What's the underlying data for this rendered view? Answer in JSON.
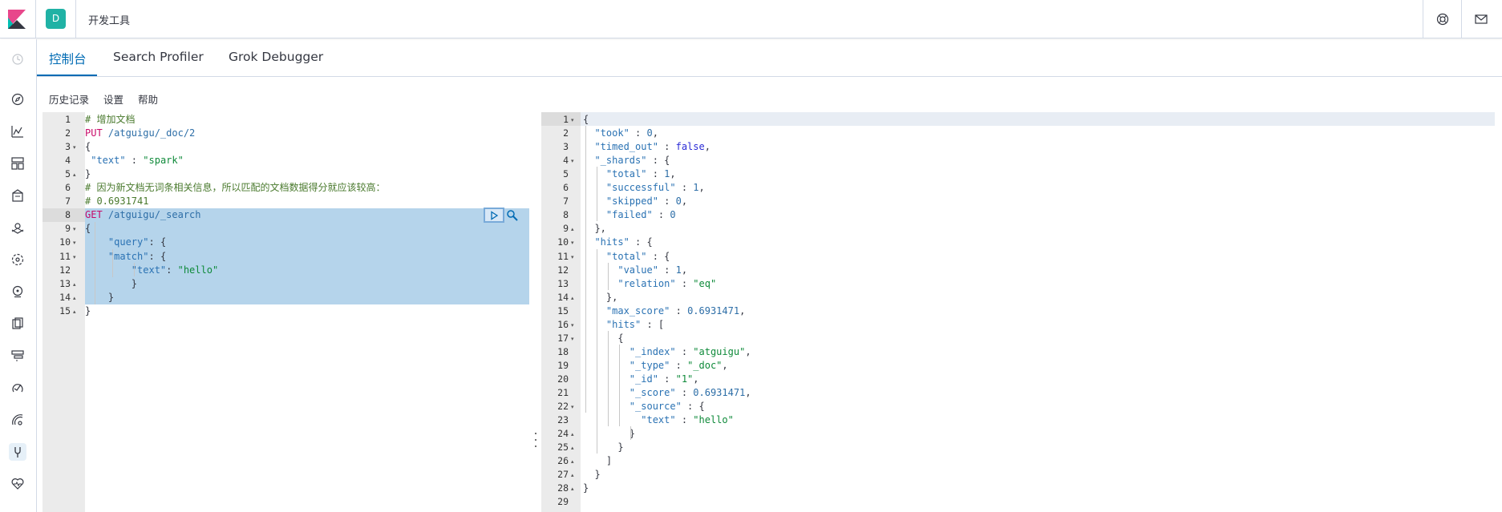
{
  "header": {
    "space_initial": "D",
    "app_title": "开发工具",
    "brand_colors": {
      "kibana_pink": "#e8478b",
      "kibana_teal": "#00bfb3",
      "space_avatar": "#20b2a5"
    }
  },
  "sidenav": {
    "items": [
      {
        "icon": "clock-icon"
      },
      {
        "icon": "compass-icon"
      },
      {
        "icon": "chart-icon"
      },
      {
        "icon": "dashboard-icon"
      },
      {
        "icon": "canvas-icon"
      },
      {
        "icon": "maps-icon"
      },
      {
        "icon": "ml-icon"
      },
      {
        "icon": "metrics-icon"
      },
      {
        "icon": "logs-icon"
      },
      {
        "icon": "apm-icon"
      },
      {
        "icon": "uptime-icon"
      },
      {
        "icon": "siem-icon"
      },
      {
        "icon": "devtools-icon"
      },
      {
        "icon": "monitoring-icon"
      }
    ]
  },
  "tabs": [
    {
      "label": "控制台",
      "active": true
    },
    {
      "label": "Search Profiler",
      "active": false
    },
    {
      "label": "Grok Debugger",
      "active": false
    }
  ],
  "actions": {
    "history": "历史记录",
    "settings": "设置",
    "help": "帮助"
  },
  "request_editor": {
    "lines": [
      {
        "n": "1",
        "fold": "",
        "text": "# 增加文档"
      },
      {
        "n": "2",
        "fold": "",
        "method": "PUT",
        "url": " /atguigu/_doc/2"
      },
      {
        "n": "3",
        "fold": "▾",
        "text": "{"
      },
      {
        "n": "4",
        "fold": "",
        "key": " \"text\"",
        "sep": " : ",
        "value": "\"spark\""
      },
      {
        "n": "5",
        "fold": "▴",
        "text": "}"
      },
      {
        "n": "6",
        "fold": "",
        "text": "# 因为新文档无词条相关信息，所以匹配的文档数据得分就应该较高："
      },
      {
        "n": "7",
        "fold": "",
        "text": "# 0.6931741"
      },
      {
        "n": "8",
        "fold": "",
        "method": "GET",
        "url": " /atguigu/_search"
      },
      {
        "n": "9",
        "fold": "▾",
        "text": "{"
      },
      {
        "n": "10",
        "fold": "▾",
        "key": "    \"query\"",
        "sep": ": ",
        "value": "{"
      },
      {
        "n": "11",
        "fold": "▾",
        "key": "    \"match\"",
        "sep": ": ",
        "value": "{"
      },
      {
        "n": "12",
        "fold": "",
        "key": "        \"text\"",
        "sep": ": ",
        "value": "\"hello\""
      },
      {
        "n": "13",
        "fold": "▴",
        "text": "        }"
      },
      {
        "n": "14",
        "fold": "▴",
        "text": "    }"
      },
      {
        "n": "15",
        "fold": "▴",
        "text": "}"
      }
    ]
  },
  "response_editor": {
    "lines": [
      {
        "n": "1",
        "fold": "▾",
        "segs": [
          [
            "p",
            "{"
          ]
        ]
      },
      {
        "n": "2",
        "fold": "",
        "segs": [
          [
            "k",
            "  \"took\""
          ],
          [
            "p",
            " : "
          ],
          [
            "n",
            "0"
          ],
          [
            "p",
            ","
          ]
        ]
      },
      {
        "n": "3",
        "fold": "",
        "segs": [
          [
            "k",
            "  \"timed_out\""
          ],
          [
            "p",
            " : "
          ],
          [
            "b",
            "false"
          ],
          [
            "p",
            ","
          ]
        ]
      },
      {
        "n": "4",
        "fold": "▾",
        "segs": [
          [
            "k",
            "  \"_shards\""
          ],
          [
            "p",
            " : {"
          ]
        ]
      },
      {
        "n": "5",
        "fold": "",
        "segs": [
          [
            "k",
            "    \"total\""
          ],
          [
            "p",
            " : "
          ],
          [
            "n",
            "1"
          ],
          [
            "p",
            ","
          ]
        ]
      },
      {
        "n": "6",
        "fold": "",
        "segs": [
          [
            "k",
            "    \"successful\""
          ],
          [
            "p",
            " : "
          ],
          [
            "n",
            "1"
          ],
          [
            "p",
            ","
          ]
        ]
      },
      {
        "n": "7",
        "fold": "",
        "segs": [
          [
            "k",
            "    \"skipped\""
          ],
          [
            "p",
            " : "
          ],
          [
            "n",
            "0"
          ],
          [
            "p",
            ","
          ]
        ]
      },
      {
        "n": "8",
        "fold": "",
        "segs": [
          [
            "k",
            "    \"failed\""
          ],
          [
            "p",
            " : "
          ],
          [
            "n",
            "0"
          ]
        ]
      },
      {
        "n": "9",
        "fold": "▴",
        "segs": [
          [
            "p",
            "  },"
          ]
        ]
      },
      {
        "n": "10",
        "fold": "▾",
        "segs": [
          [
            "k",
            "  \"hits\""
          ],
          [
            "p",
            " : {"
          ]
        ]
      },
      {
        "n": "11",
        "fold": "▾",
        "segs": [
          [
            "k",
            "    \"total\""
          ],
          [
            "p",
            " : {"
          ]
        ]
      },
      {
        "n": "12",
        "fold": "",
        "segs": [
          [
            "k",
            "      \"value\""
          ],
          [
            "p",
            " : "
          ],
          [
            "n",
            "1"
          ],
          [
            "p",
            ","
          ]
        ]
      },
      {
        "n": "13",
        "fold": "",
        "segs": [
          [
            "k",
            "      \"relation\""
          ],
          [
            "p",
            " : "
          ],
          [
            "s",
            "\"eq\""
          ]
        ]
      },
      {
        "n": "14",
        "fold": "▴",
        "segs": [
          [
            "p",
            "    },"
          ]
        ]
      },
      {
        "n": "15",
        "fold": "",
        "segs": [
          [
            "k",
            "    \"max_score\""
          ],
          [
            "p",
            " : "
          ],
          [
            "n",
            "0.6931471"
          ],
          [
            "p",
            ","
          ]
        ]
      },
      {
        "n": "16",
        "fold": "▾",
        "segs": [
          [
            "k",
            "    \"hits\""
          ],
          [
            "p",
            " : ["
          ]
        ]
      },
      {
        "n": "17",
        "fold": "▾",
        "segs": [
          [
            "p",
            "      {"
          ]
        ]
      },
      {
        "n": "18",
        "fold": "",
        "segs": [
          [
            "k",
            "        \"_index\""
          ],
          [
            "p",
            " : "
          ],
          [
            "s",
            "\"atguigu\""
          ],
          [
            "p",
            ","
          ]
        ]
      },
      {
        "n": "19",
        "fold": "",
        "segs": [
          [
            "k",
            "        \"_type\""
          ],
          [
            "p",
            " : "
          ],
          [
            "s",
            "\"_doc\""
          ],
          [
            "p",
            ","
          ]
        ]
      },
      {
        "n": "20",
        "fold": "",
        "segs": [
          [
            "k",
            "        \"_id\""
          ],
          [
            "p",
            " : "
          ],
          [
            "s",
            "\"1\""
          ],
          [
            "p",
            ","
          ]
        ]
      },
      {
        "n": "21",
        "fold": "",
        "segs": [
          [
            "k",
            "        \"_score\""
          ],
          [
            "p",
            " : "
          ],
          [
            "n",
            "0.6931471"
          ],
          [
            "p",
            ","
          ]
        ]
      },
      {
        "n": "22",
        "fold": "▾",
        "segs": [
          [
            "k",
            "        \"_source\""
          ],
          [
            "p",
            " : {"
          ]
        ]
      },
      {
        "n": "23",
        "fold": "",
        "segs": [
          [
            "k",
            "          \"text\""
          ],
          [
            "p",
            " : "
          ],
          [
            "s",
            "\"hello\""
          ]
        ]
      },
      {
        "n": "24",
        "fold": "▴",
        "segs": [
          [
            "p",
            "        }"
          ]
        ]
      },
      {
        "n": "25",
        "fold": "▴",
        "segs": [
          [
            "p",
            "      }"
          ]
        ]
      },
      {
        "n": "26",
        "fold": "▴",
        "segs": [
          [
            "p",
            "    ]"
          ]
        ]
      },
      {
        "n": "27",
        "fold": "▴",
        "segs": [
          [
            "p",
            "  }"
          ]
        ]
      },
      {
        "n": "28",
        "fold": "▴",
        "segs": [
          [
            "p",
            "}"
          ]
        ]
      },
      {
        "n": "29",
        "fold": "",
        "segs": []
      }
    ]
  }
}
